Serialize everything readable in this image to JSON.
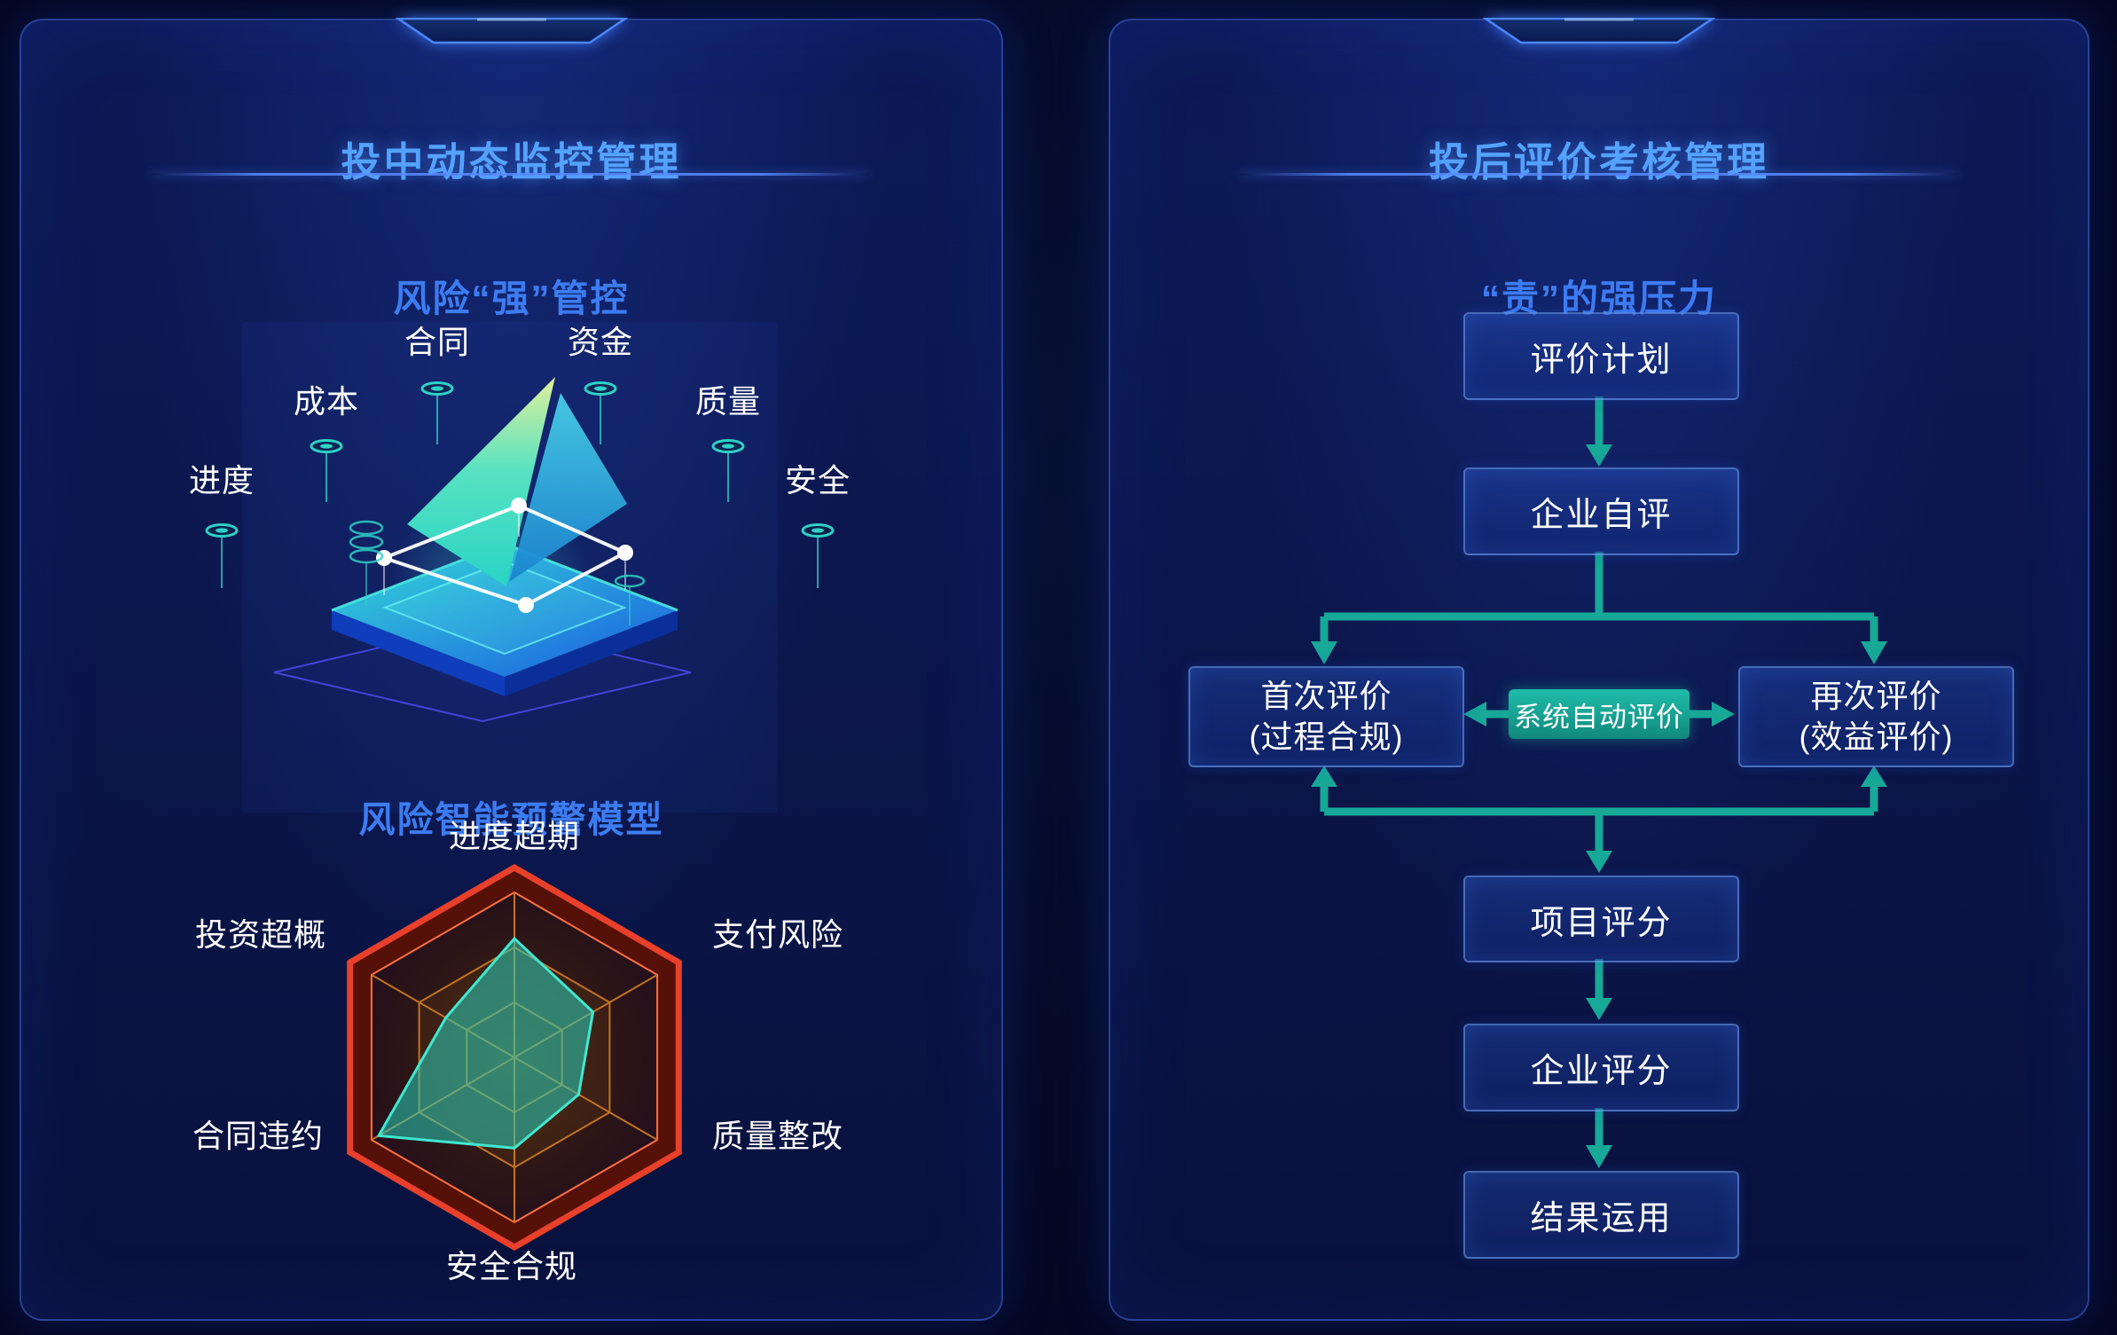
{
  "theme": {
    "background": "#040724",
    "panel_border": "#3e64d7",
    "title_color": "#54a2ff",
    "subtitle_color": "#3c7cf2",
    "label_color": "#ffffff",
    "arrow_teal": "#17a897",
    "pill_teal": "#17b0a0",
    "radar_rim_red": "#e8402a",
    "radar_grid_orange": "#c2731f",
    "radar_data_teal": "#28cdb9"
  },
  "left_panel": {
    "title": "投中动态监控管理",
    "subtitle": "风险“强”管控",
    "dimensions": {
      "contract": "合同",
      "funds": "资金",
      "cost": "成本",
      "quality": "质量",
      "progress": "进度",
      "safety": "安全"
    },
    "model_title": "风险智能预警模型"
  },
  "right_panel": {
    "title": "投后评价考核管理",
    "subtitle": "“责”的强压力",
    "flow": {
      "plan": "评价计划",
      "self_eval": "企业自评",
      "first_eval": {
        "label": "首次评价",
        "sub": "(过程合规)"
      },
      "re_eval": {
        "label": "再次评价",
        "sub": "(效益评价)"
      },
      "auto_pill": "系统自动评价",
      "project_score": "项目评分",
      "enterprise_score": "企业评分",
      "result_apply": "结果运用"
    }
  },
  "chart_data": {
    "type": "radar",
    "title": "风险智能预警模型",
    "axes": [
      "进度超期",
      "支付风险",
      "质量整改",
      "安全合规",
      "合同违约",
      "投资超概"
    ],
    "values": [
      0.72,
      0.55,
      0.45,
      0.55,
      0.95,
      0.48
    ],
    "scale_max": 1,
    "grid": "hexagonal, 3 rings with radial spokes",
    "legend_position": "none",
    "colors": {
      "rim": "#e8402a",
      "grid": "#c2731f",
      "data_fill": "#28cdb9",
      "data_stroke": "#3fe8d0"
    }
  }
}
